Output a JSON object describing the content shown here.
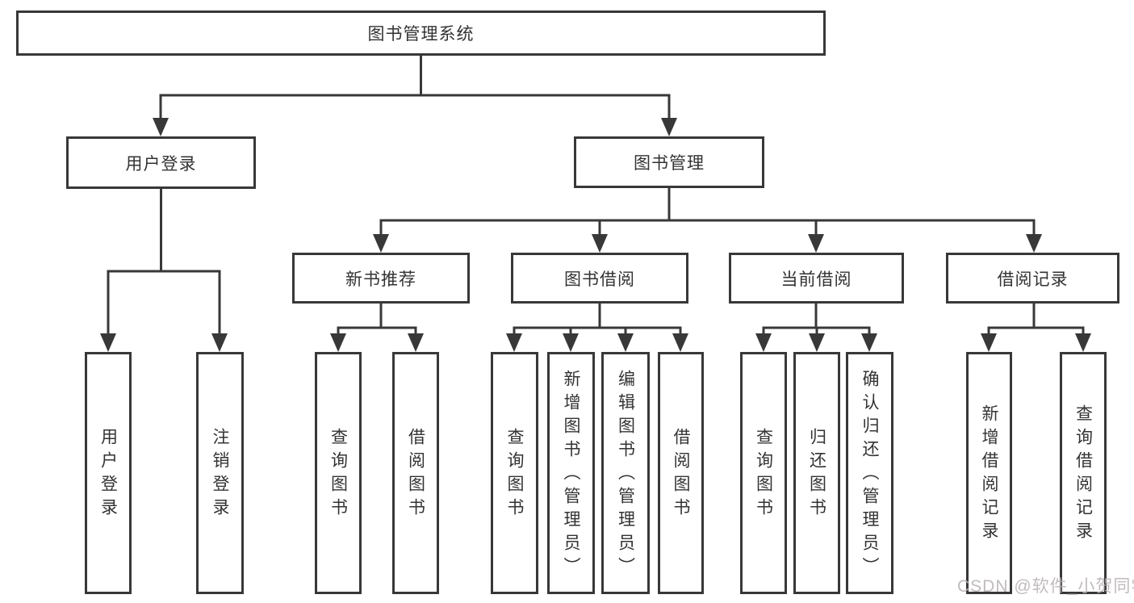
{
  "diagram": {
    "root": {
      "label": "图书管理系统"
    },
    "level2": {
      "user_login": "用户登录",
      "book_management": "图书管理"
    },
    "level3": {
      "new_book_recommend": "新书推荐",
      "book_borrow": "图书借阅",
      "current_borrow": "当前借阅",
      "borrow_records": "借阅记录"
    },
    "leaves": {
      "user_login": [
        "用户登录",
        "注销登录"
      ],
      "new_book_recommend": [
        "查询图书",
        "借阅图书"
      ],
      "book_borrow": [
        "查询图书",
        "新增图书（管理员）",
        "编辑图书（管理员）",
        "借阅图书"
      ],
      "current_borrow": [
        "查询图书",
        "归还图书",
        "确认归还（管理员）"
      ],
      "borrow_records": [
        "新增借阅记录",
        "查询借阅记录"
      ]
    }
  },
  "watermark": "CSDN @软件_小贺同学",
  "colors": {
    "line": "#383838",
    "box_border": "#383838",
    "text": "#333333",
    "background": "#ffffff",
    "watermark": "#b9b2b4"
  }
}
